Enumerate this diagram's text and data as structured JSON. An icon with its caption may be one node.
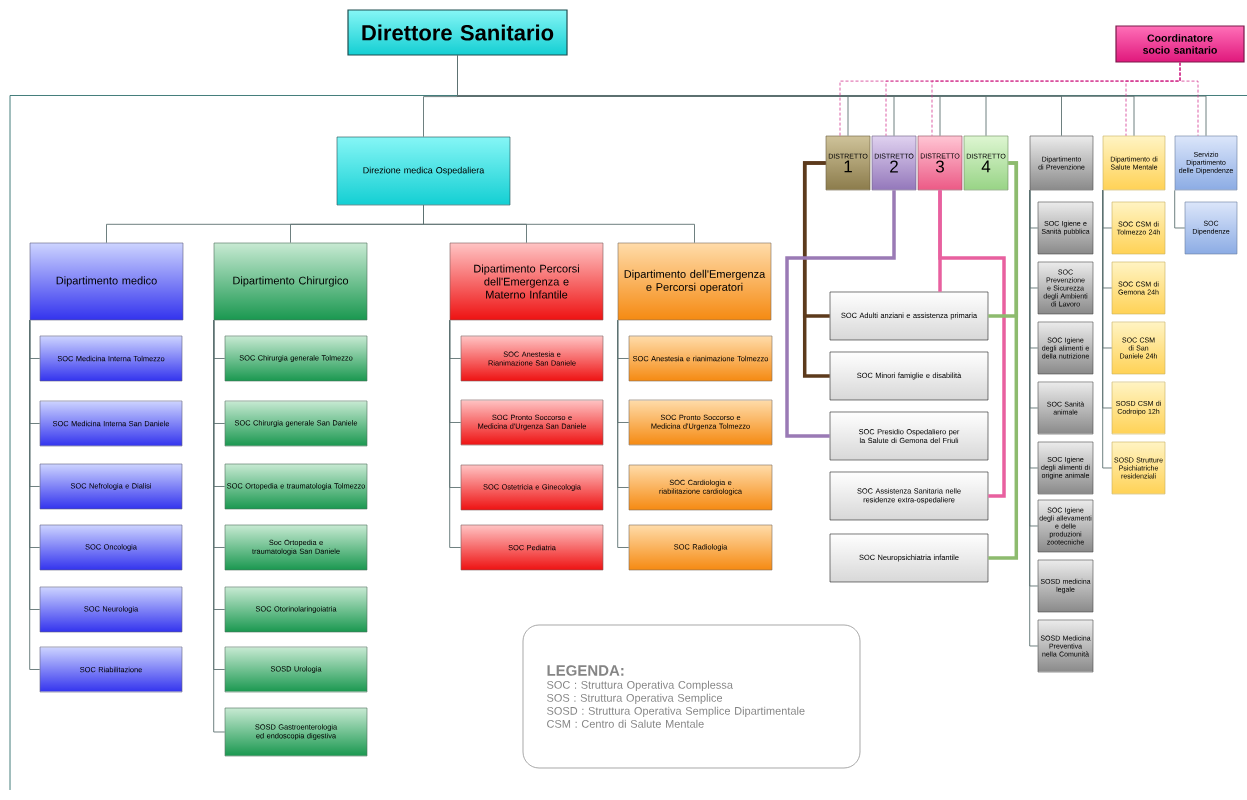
{
  "diagram": {
    "nodes": [
      {
        "text": [
          "Direttore Sanitario"
        ]
      },
      {
        "text": [
          "Coordinatore socio sanitario"
        ]
      },
      {
        "text": [
          "Direzione medica Ospedaliera"
        ]
      },
      {
        "text": [
          "Dipartimento medico"
        ]
      },
      {
        "text": [
          "SOC Medicina Interna Tolmezzo"
        ]
      },
      {
        "text": [
          "SOC Medicina Interna San Daniele"
        ]
      },
      {
        "text": [
          "SOC Nefrologia e Dialisi"
        ]
      },
      {
        "text": [
          "SOC Oncologia"
        ]
      },
      {
        "text": [
          "SOC Neurologia"
        ]
      },
      {
        "text": [
          "SOC Riabilitazione"
        ]
      },
      {
        "text": [
          "Dipartimento Chirurgico"
        ]
      },
      {
        "text": [
          "SOC Chirurgia generale Tolmezzo"
        ]
      },
      {
        "text": [
          "SOC Chirurgia generale San Daniele"
        ]
      },
      {
        "text": [
          "SOC Ortopedia e traumatologia Tolmezzo"
        ]
      },
      {
        "text": [
          "Soc Ortopedia e traumatologia San Daniele"
        ]
      },
      {
        "text": [
          "SOC Otorinolaringoiatria"
        ]
      },
      {
        "text": [
          "SOSD Urologia"
        ]
      },
      {
        "text": [
          "SOSD Gastroenterologia ed endoscopia digestiva"
        ]
      },
      {
        "text": [
          "Dipartimento Percorsi dell'Emergenza e Materno Infantile"
        ]
      },
      {
        "text": [
          "SOC Anestesia e Rianimazione San Daniele"
        ]
      },
      {
        "text": [
          "SOC Pronto Soccorso e Medicina d'Urgenza San Daniele"
        ]
      },
      {
        "text": [
          "SOC Ostetricia e Ginecologia"
        ]
      },
      {
        "text": [
          "SOC Pediatria"
        ]
      },
      {
        "text": [
          "Dipartimento dell'Emergenza e Percorsi operatori"
        ]
      },
      {
        "text": [
          "SOC Anestesia e rianimazione Tolmezzo"
        ]
      },
      {
        "text": [
          "SOC Pronto Soccorso e Medicina d'Urgenza Tolmezzo"
        ]
      },
      {
        "text": [
          "SOC Cardiologia e riabilitazione cardiologica"
        ]
      },
      {
        "text": [
          "SOC Radiologia"
        ]
      },
      {
        "text": [
          "DISTRETTO",
          "1"
        ]
      },
      {
        "text": [
          "DISTRETTO",
          "2"
        ]
      },
      {
        "text": [
          "DISTRETTO",
          "3"
        ]
      },
      {
        "text": [
          "DISTRETTO",
          "4"
        ]
      },
      {
        "text": [
          "SOC Adulti anziani e assistenza primaria"
        ]
      },
      {
        "text": [
          "SOC Minori famiglie e disabilità"
        ]
      },
      {
        "text": [
          "SOC Presidio Ospedaliero per la Salute di Gemona del Friuli"
        ]
      },
      {
        "text": [
          "SOC Assistenza Sanitaria nelle residenze extra-ospedaliere"
        ]
      },
      {
        "text": [
          "SOC Neuropsichiatria infantile"
        ]
      },
      {
        "text": [
          "Dipartimento di Prevenzione"
        ]
      },
      {
        "text": [
          "SOC Igiene e Sanità pubblica"
        ]
      },
      {
        "text": [
          "SOC Prevenzione e Sicurezza degli Ambienti di Lavoro"
        ]
      },
      {
        "text": [
          "SOC Igiene degli alimenti e della nutrizione"
        ]
      },
      {
        "text": [
          "SOC Sanità animale"
        ]
      },
      {
        "text": [
          "SOC Igiene degli alimenti di origine animale"
        ]
      },
      {
        "text": [
          "SOC Igiene degli allevamenti e delle produzioni zootecniche"
        ]
      },
      {
        "text": [
          "SOSD medicina legale"
        ]
      },
      {
        "text": [
          "SOSD Medicina Preventiva nella Comunità"
        ]
      },
      {
        "text": [
          "Dipartimento di Salute Mentale"
        ]
      },
      {
        "text": [
          "SOC CSM di Tolmezzo 24h"
        ]
      },
      {
        "text": [
          "SOC CSM di Gemona 24h"
        ]
      },
      {
        "text": [
          "SOC CSM di San Daniele 24h"
        ]
      },
      {
        "text": [
          "SOSD CSM di Codroipo 12h"
        ]
      },
      {
        "text": [
          "SOSD Strutture Psichiatriche residenziali"
        ]
      },
      {
        "text": [
          "Servizio Dipartimento delle Dipendenze"
        ]
      },
      {
        "text": [
          "SOC Dipendenze"
        ]
      },
      {
        "text": [
          "LEGENDA:",
          "SOC : Struttura Operativa Complessa",
          "SOS : Struttura Operativa Semplice",
          "SOSD : Struttura Operativa Semplice Dipartimentale",
          "CSM : Centro di Salute Mentale"
        ]
      }
    ],
    "edges": [
      {
        "from": 0,
        "to": 2,
        "arrow": "none"
      },
      {
        "from": 0,
        "to": 28,
        "arrow": "none"
      },
      {
        "from": 0,
        "to": 29,
        "arrow": "none"
      },
      {
        "from": 0,
        "to": 30,
        "arrow": "none"
      },
      {
        "from": 0,
        "to": 31,
        "arrow": "none"
      },
      {
        "from": 0,
        "to": 37,
        "arrow": "none"
      },
      {
        "from": 0,
        "to": 46,
        "arrow": "none"
      },
      {
        "from": 0,
        "to": 52,
        "arrow": "none"
      },
      {
        "from": 1,
        "to": 28,
        "arrow": "none",
        "style": "dashed",
        "color": "#d4368f"
      },
      {
        "from": 1,
        "to": 29,
        "arrow": "none",
        "style": "dashed",
        "color": "#d4368f"
      },
      {
        "from": 1,
        "to": 30,
        "arrow": "none",
        "style": "dashed",
        "color": "#d4368f"
      },
      {
        "from": 1,
        "to": 46,
        "arrow": "none",
        "style": "dashed",
        "color": "#d4368f"
      },
      {
        "from": 1,
        "to": 52,
        "arrow": "none",
        "style": "dashed",
        "color": "#d4368f"
      },
      {
        "from": 2,
        "to": 3,
        "arrow": "none"
      },
      {
        "from": 2,
        "to": 10,
        "arrow": "none"
      },
      {
        "from": 2,
        "to": 18,
        "arrow": "none"
      },
      {
        "from": 2,
        "to": 23,
        "arrow": "none"
      },
      {
        "from": 3,
        "to": 4,
        "arrow": "none"
      },
      {
        "from": 3,
        "to": 5,
        "arrow": "none"
      },
      {
        "from": 3,
        "to": 6,
        "arrow": "none"
      },
      {
        "from": 3,
        "to": 7,
        "arrow": "none"
      },
      {
        "from": 3,
        "to": 8,
        "arrow": "none"
      },
      {
        "from": 3,
        "to": 9,
        "arrow": "none"
      },
      {
        "from": 10,
        "to": 11,
        "arrow": "none"
      },
      {
        "from": 10,
        "to": 12,
        "arrow": "none"
      },
      {
        "from": 10,
        "to": 13,
        "arrow": "none"
      },
      {
        "from": 10,
        "to": 14,
        "arrow": "none"
      },
      {
        "from": 10,
        "to": 15,
        "arrow": "none"
      },
      {
        "from": 10,
        "to": 16,
        "arrow": "none"
      },
      {
        "from": 10,
        "to": 17,
        "arrow": "none"
      },
      {
        "from": 18,
        "to": 19,
        "arrow": "none"
      },
      {
        "from": 18,
        "to": 20,
        "arrow": "none"
      },
      {
        "from": 18,
        "to": 21,
        "arrow": "none"
      },
      {
        "from": 18,
        "to": 22,
        "arrow": "none"
      },
      {
        "from": 23,
        "to": 24,
        "arrow": "none"
      },
      {
        "from": 23,
        "to": 25,
        "arrow": "none"
      },
      {
        "from": 23,
        "to": 26,
        "arrow": "none"
      },
      {
        "from": 23,
        "to": 27,
        "arrow": "none"
      },
      {
        "from": 28,
        "to": 32,
        "arrow": "none",
        "style": "thick",
        "color": "#5c3a1c"
      },
      {
        "from": 28,
        "to": 33,
        "arrow": "none",
        "style": "thick",
        "color": "#5c3a1c"
      },
      {
        "from": 29,
        "to": 34,
        "arrow": "none",
        "style": "thick",
        "color": "#9a7ab5"
      },
      {
        "from": 30,
        "to": 32,
        "arrow": "none",
        "style": "thick",
        "color": "#e8609f"
      },
      {
        "from": 30,
        "to": 35,
        "arrow": "none",
        "style": "thick",
        "color": "#e8609f"
      },
      {
        "from": 31,
        "to": 32,
        "arrow": "none",
        "style": "thick",
        "color": "#8dbb6e"
      },
      {
        "from": 31,
        "to": 36,
        "arrow": "none",
        "style": "thick",
        "color": "#8dbb6e"
      },
      {
        "from": 37,
        "to": 38,
        "arrow": "none"
      },
      {
        "from": 37,
        "to": 39,
        "arrow": "none"
      },
      {
        "from": 37,
        "to": 40,
        "arrow": "none"
      },
      {
        "from": 37,
        "to": 41,
        "arrow": "none"
      },
      {
        "from": 37,
        "to": 42,
        "arrow": "none"
      },
      {
        "from": 37,
        "to": 43,
        "arrow": "none"
      },
      {
        "from": 37,
        "to": 44,
        "arrow": "none"
      },
      {
        "from": 37,
        "to": 45,
        "arrow": "none"
      },
      {
        "from": 46,
        "to": 47,
        "arrow": "none"
      },
      {
        "from": 46,
        "to": 48,
        "arrow": "none"
      },
      {
        "from": 46,
        "to": 49,
        "arrow": "none"
      },
      {
        "from": 46,
        "to": 50,
        "arrow": "none"
      },
      {
        "from": 46,
        "to": 51,
        "arrow": "none"
      },
      {
        "from": 52,
        "to": 53,
        "arrow": "none"
      }
    ]
  }
}
